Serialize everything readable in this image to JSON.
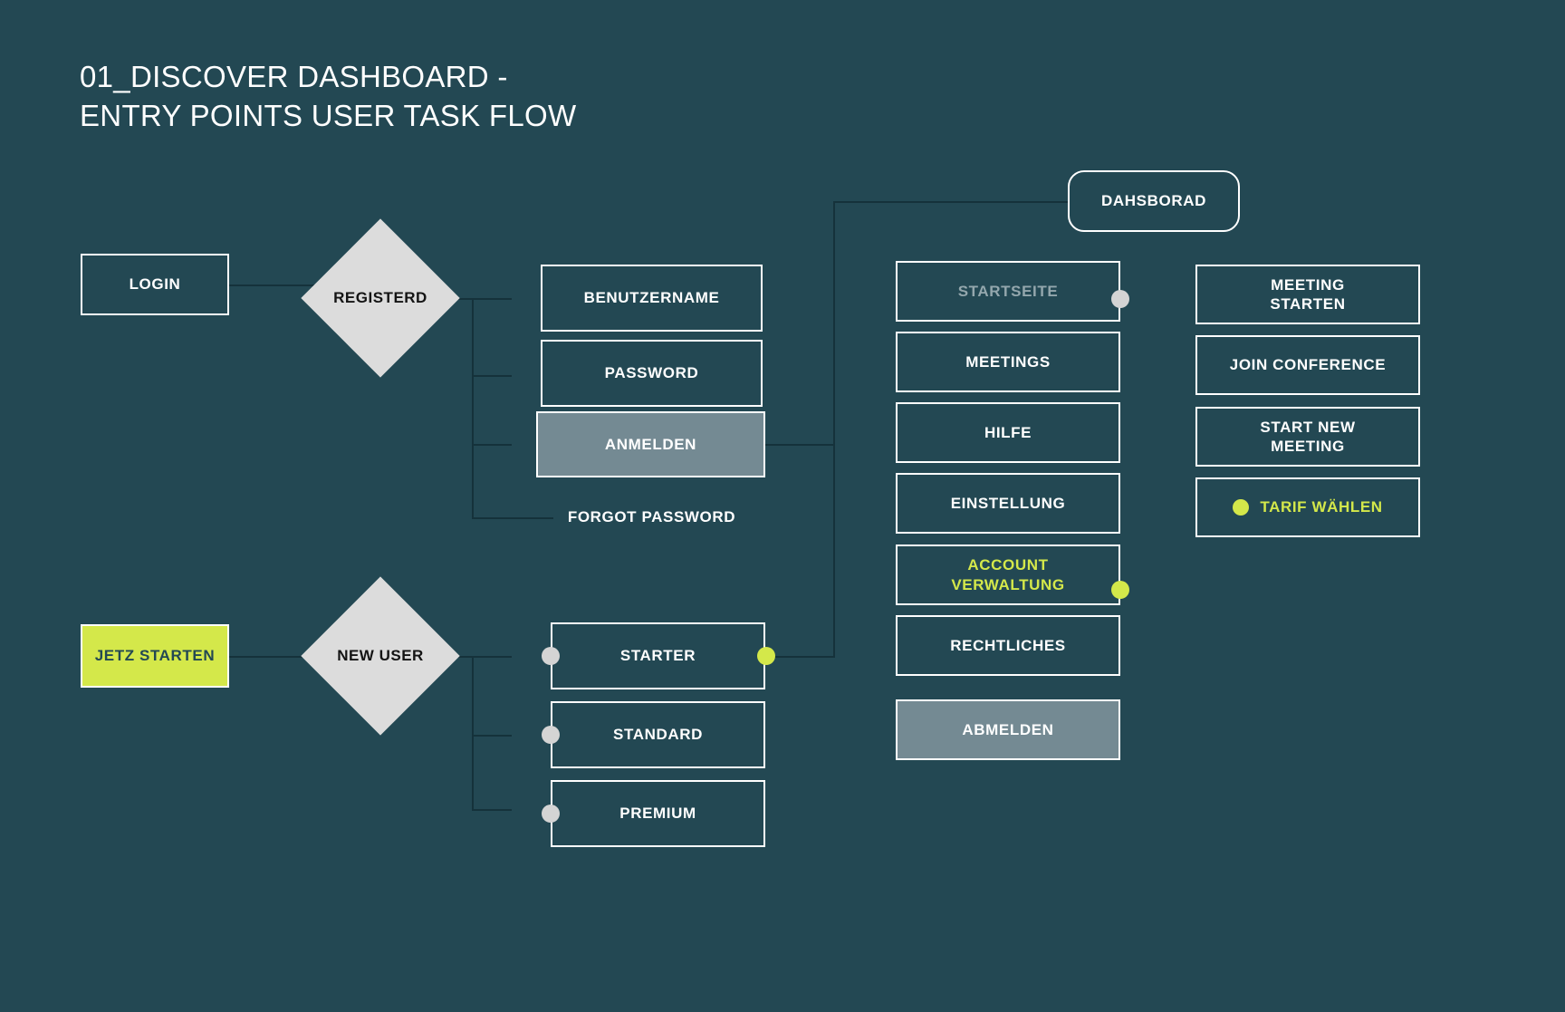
{
  "page": {
    "background_color": "#234853",
    "accent_color": "#d4e84a",
    "title": "01_DISCOVER DASHBOARD -\nENTRY POINTS USER TASK FLOW"
  },
  "flow": {
    "login_entry": {
      "label": "LOGIN"
    },
    "registered_decision": {
      "label": "REGISTERD"
    },
    "login_fields": [
      {
        "label": "BENUTZERNAME",
        "style": "outlined"
      },
      {
        "label": "PASSWORD",
        "style": "outlined"
      },
      {
        "label": "ANMELDEN",
        "style": "filled-gray"
      }
    ],
    "forgot_password": {
      "label": "FORGOT PASSWORD"
    },
    "start_entry": {
      "label": "JETZ STARTEN"
    },
    "new_user_decision": {
      "label": "NEW USER"
    },
    "plans": [
      {
        "label": "STARTER",
        "left_dot": "gray",
        "right_dot": "lime"
      },
      {
        "label": "STANDARD",
        "left_dot": "gray",
        "right_dot": "none"
      },
      {
        "label": "PREMIUM",
        "left_dot": "gray",
        "right_dot": "none"
      }
    ],
    "dashboard": {
      "label": "DAHSBORAD"
    },
    "menu_items": [
      {
        "label": "STARTSEITE",
        "style": "dim",
        "dot": "gray"
      },
      {
        "label": "MEETINGS",
        "style": "outlined",
        "dot": "none"
      },
      {
        "label": "HILFE",
        "style": "outlined",
        "dot": "none"
      },
      {
        "label": "EINSTELLUNG",
        "style": "outlined",
        "dot": "none"
      },
      {
        "label": "ACCOUNT\nVERWALTUNG",
        "style": "lime-text",
        "dot": "lime"
      },
      {
        "label": "RECHTLICHES",
        "style": "outlined",
        "dot": "none"
      },
      {
        "label": "ABMELDEN",
        "style": "filled-gray",
        "dot": "none"
      }
    ],
    "actions": [
      {
        "label": "MEETING\nSTARTEN",
        "style": "outlined",
        "inline_dot": false
      },
      {
        "label": "JOIN CONFERENCE",
        "style": "outlined",
        "inline_dot": false
      },
      {
        "label": "START NEW\nMEETING",
        "style": "outlined",
        "inline_dot": false
      },
      {
        "label": "TARIF WÄHLEN",
        "style": "lime-text",
        "inline_dot": true
      }
    ]
  }
}
